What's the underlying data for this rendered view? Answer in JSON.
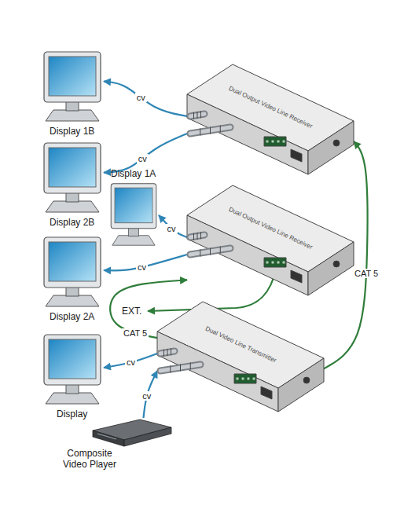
{
  "diagram": {
    "nodes": [
      {
        "text": [
          "Display 1B"
        ]
      },
      {
        "text": [
          "Dual Output Video Line Receiver"
        ]
      },
      {
        "text": [
          "Display 2B"
        ]
      },
      {
        "text": [
          "Display 1A"
        ]
      },
      {
        "text": [
          "Dual Output Video Line Receiver"
        ]
      },
      {
        "text": [
          "Display 2A"
        ]
      },
      {
        "text": [
          "Display"
        ]
      },
      {
        "text": [
          "Dual Video Line Transmitter"
        ]
      },
      {
        "text": [
          "Composite Video Player"
        ]
      }
    ],
    "edges": [
      {
        "from": 1,
        "to": 0,
        "arrow": "to",
        "label": "cv"
      },
      {
        "from": 1,
        "to": 2,
        "arrow": "to",
        "label": "cv"
      },
      {
        "from": 4,
        "to": 3,
        "arrow": "to",
        "label": "cv"
      },
      {
        "from": 4,
        "to": 5,
        "arrow": "to",
        "label": "cv"
      },
      {
        "from": 7,
        "to": 6,
        "arrow": "to",
        "label": "cv"
      },
      {
        "from": 8,
        "to": 7,
        "arrow": "to",
        "label": "cv"
      },
      {
        "from": 7,
        "to": 4,
        "arrow": "to",
        "label": "CAT 5"
      },
      {
        "from": 7,
        "to": 1,
        "arrow": "to",
        "label": "CAT 5"
      }
    ],
    "labels": [
      "EXT."
    ]
  }
}
